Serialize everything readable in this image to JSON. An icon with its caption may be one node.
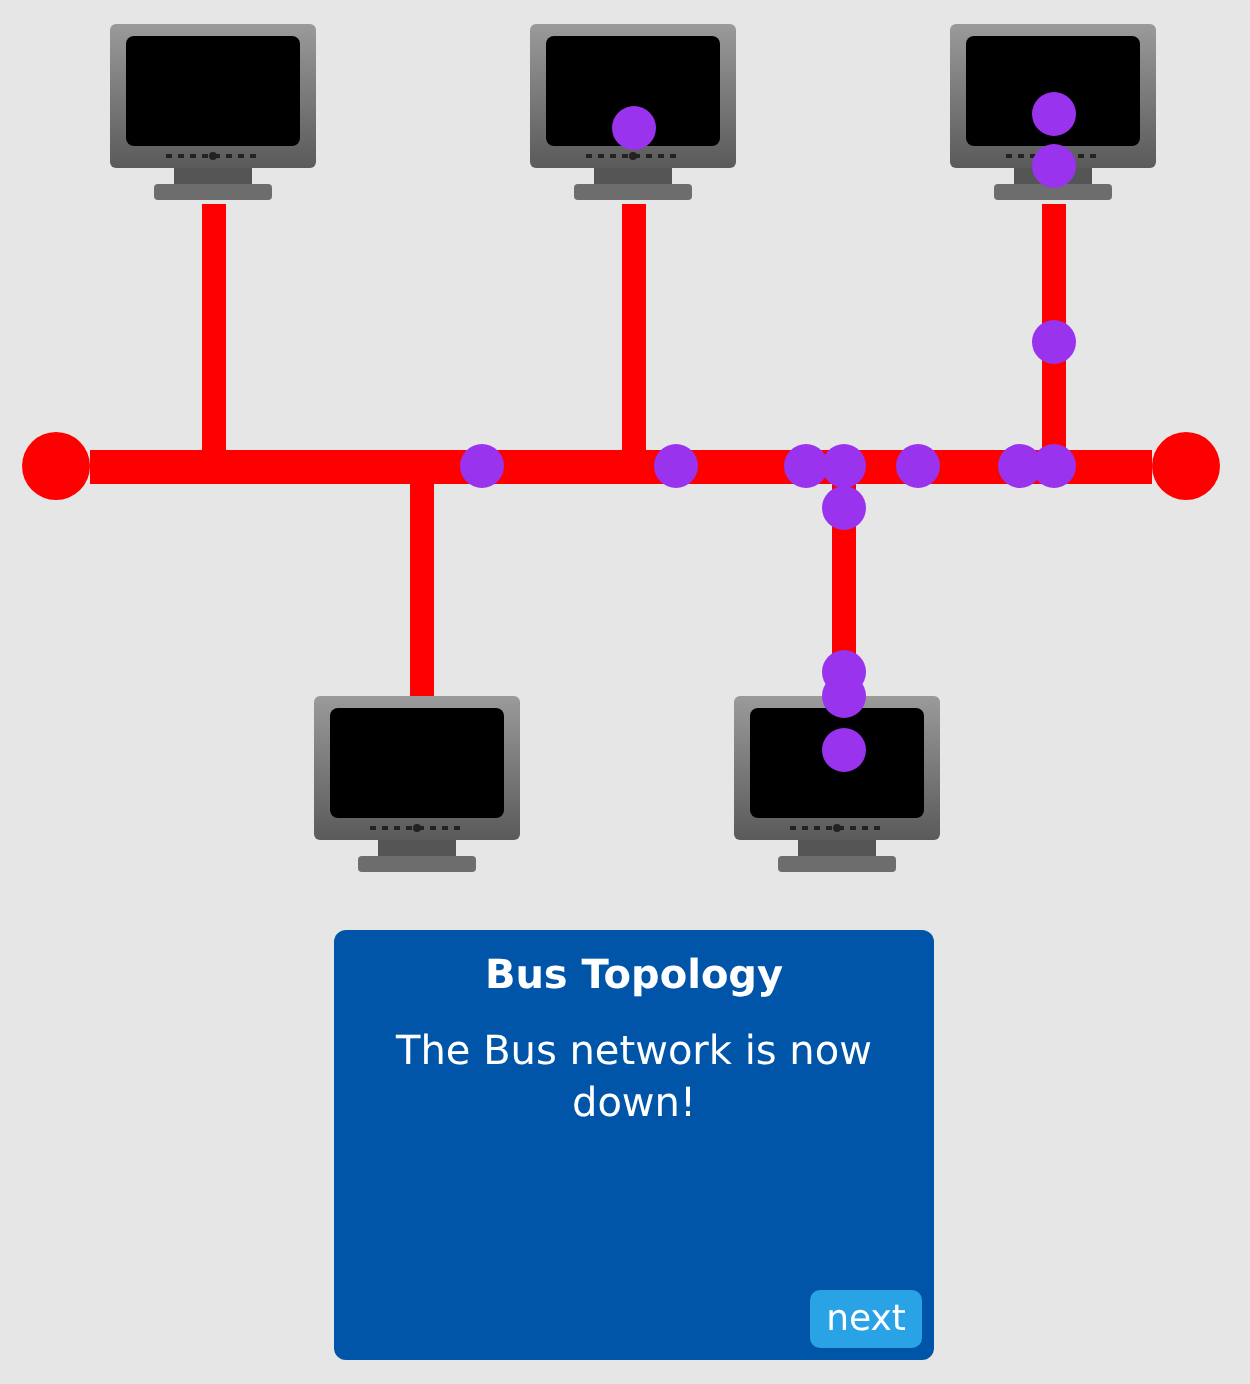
{
  "diagram": {
    "nodes": [
      {
        "text": [],
        "shape": "picture"
      },
      {
        "text": [],
        "shape": "picture"
      },
      {
        "text": [],
        "shape": "picture"
      },
      {
        "text": [],
        "shape": "bar"
      },
      {
        "text": [],
        "shape": "circle"
      },
      {
        "text": [],
        "shape": "circle"
      },
      {
        "text": [],
        "shape": "picture"
      },
      {
        "text": [],
        "shape": "picture"
      },
      {
        "text": [
          "Bus Topology",
          "The Bus network is now down!"
        ]
      }
    ],
    "edges": [
      {
        "from": 0,
        "to": 3,
        "arrow": "none"
      },
      {
        "from": 1,
        "to": 3,
        "arrow": "none"
      },
      {
        "from": 2,
        "to": 3,
        "arrow": "none"
      },
      {
        "from": 3,
        "to": 6,
        "arrow": "none"
      },
      {
        "from": 3,
        "to": 7,
        "arrow": "none"
      }
    ],
    "labels": [
      "next"
    ]
  }
}
